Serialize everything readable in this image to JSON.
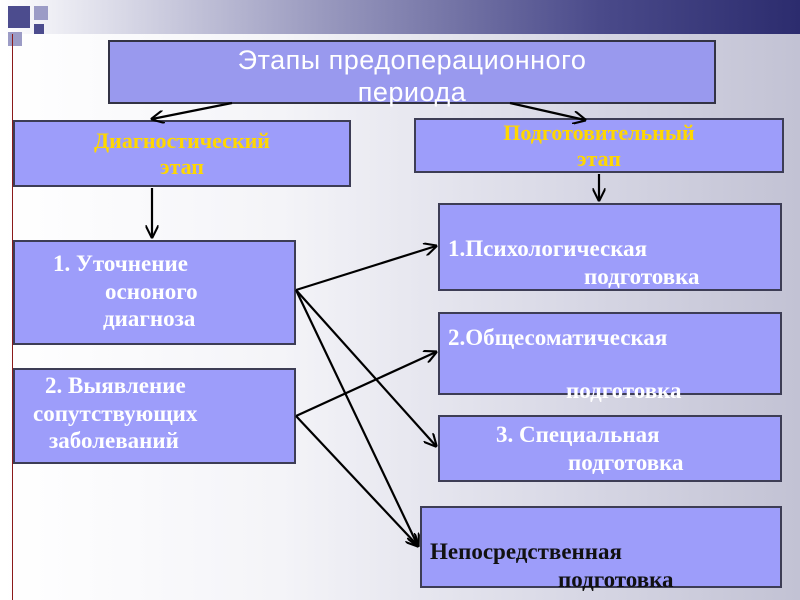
{
  "title": {
    "line1": "Этапы предоперационного",
    "line2": "периода"
  },
  "left": {
    "header": {
      "line1": "Диагностический",
      "line2": "этап"
    },
    "items": [
      {
        "line1": "1. Уточнение",
        "line2": "осноного",
        "line3": "диагноза"
      },
      {
        "line1": "2. Выявление",
        "line2": "сопутствующих",
        "line3": "заболеваний"
      }
    ]
  },
  "right": {
    "header": {
      "line1": "Подготовительный",
      "line2": "этап"
    },
    "items": [
      {
        "line1": "1.Психологическая",
        "line2": "подготовка"
      },
      {
        "line1": "2.Общесоматическая",
        "line2": "подготовка"
      },
      {
        "line1": "3. Специальная",
        "line2": "подготовка"
      },
      {
        "line1": "Непосредственная",
        "line2": "подготовка"
      }
    ]
  },
  "colors": {
    "box_fill": "#9d9dfa",
    "header_text": "#ffd700",
    "item_text": "#ffffff",
    "arrow": "#000000"
  }
}
